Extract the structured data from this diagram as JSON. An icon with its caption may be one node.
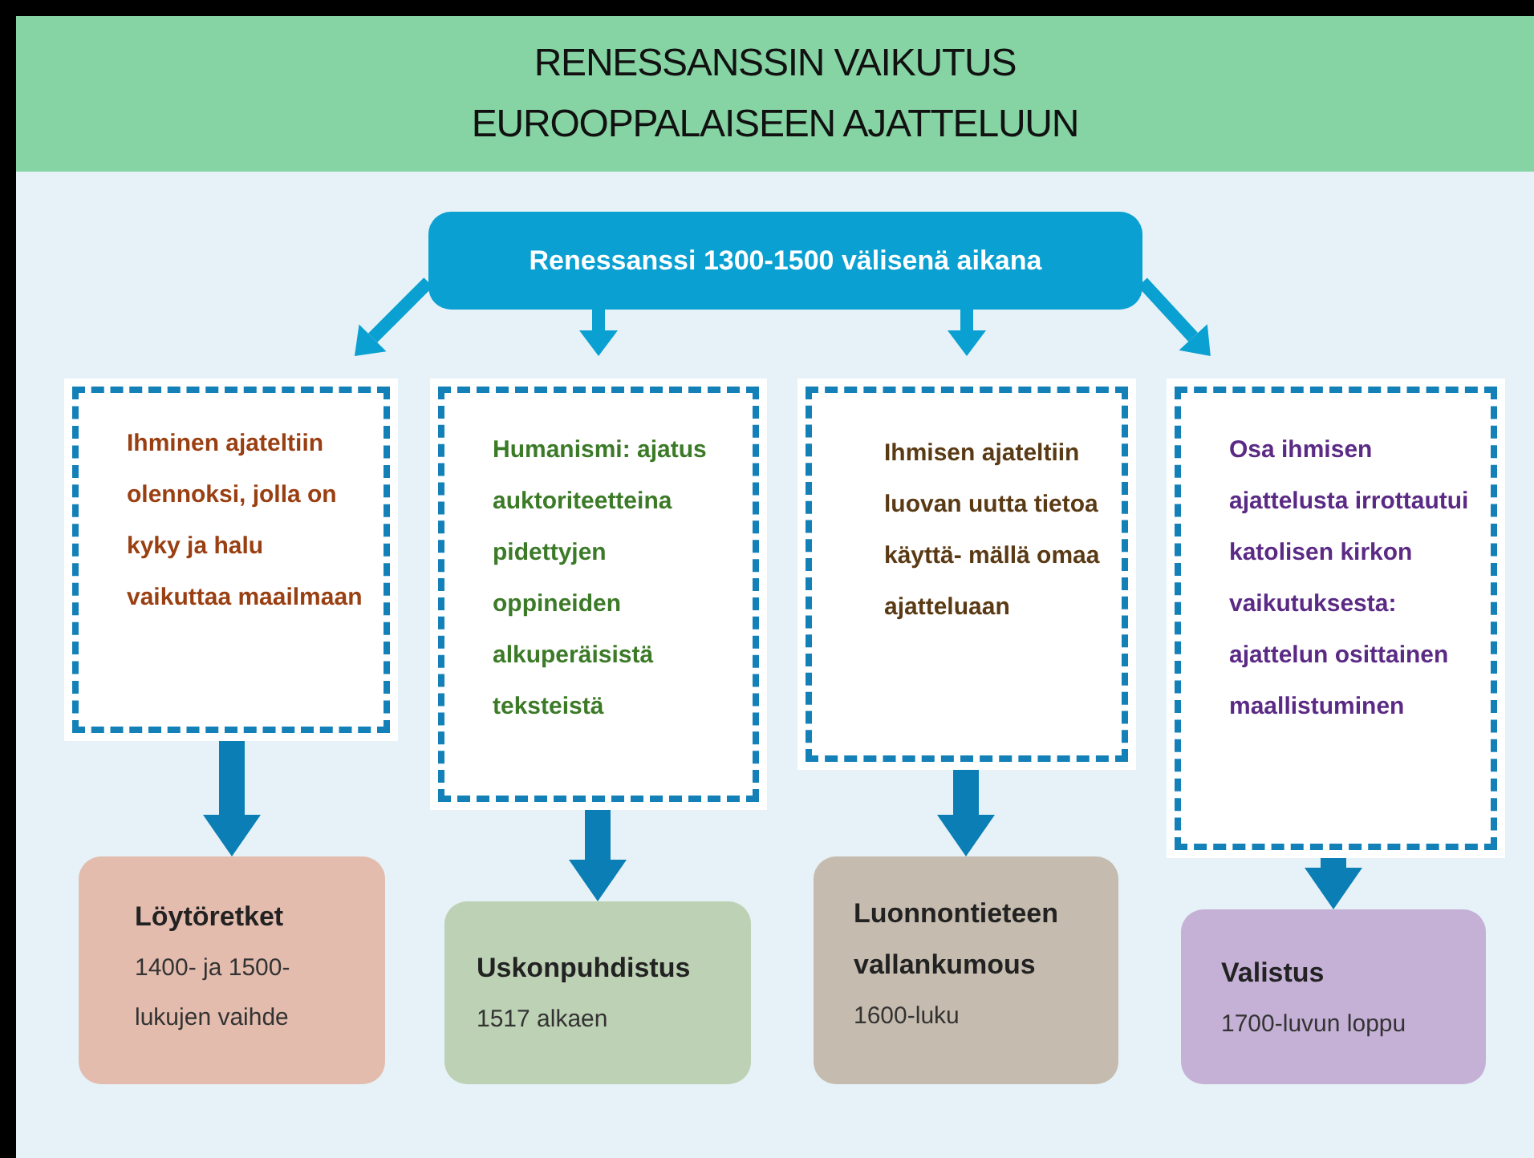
{
  "diagram": {
    "title": "RENESSANSSIN VAIKUTUS EUROOPPALAISEEN AJATTELUUN",
    "nodes": [
      {
        "text": [
          "Renessanssi 1300-1500 välisenä aikana"
        ]
      },
      {
        "text": [
          "Ihminen ajateltiin olennoksi, jolla on kyky ja halu vaikuttaa maailmaan"
        ]
      },
      {
        "text": [
          "Humanismi: ajatus auktoriteetteina pidettyjen oppineiden alkuperäisistä teksteistä"
        ]
      },
      {
        "text": [
          "Ihmisen ajateltiin luovan uutta tietoa käyttä- mällä omaa ajatteluaan"
        ]
      },
      {
        "text": [
          "Osa ihmisen ajattelusta irrottautui katolisen kirkon vaikutuksesta: ajattelun osittainen maallistuminen"
        ]
      },
      {
        "text": [
          "Löytöretket",
          "1400- ja 1500- lukujen vaihde"
        ]
      },
      {
        "text": [
          "Uskonpuhdistus",
          "1517 alkaen"
        ]
      },
      {
        "text": [
          "Luonnontieteen vallankumous",
          "1600-luku"
        ]
      },
      {
        "text": [
          "Valistus",
          "1700-luvun loppu"
        ]
      }
    ],
    "edges": [
      {
        "from": 0,
        "to": 1,
        "arrow": "to"
      },
      {
        "from": 0,
        "to": 2,
        "arrow": "to"
      },
      {
        "from": 0,
        "to": 3,
        "arrow": "to"
      },
      {
        "from": 0,
        "to": 4,
        "arrow": "to"
      },
      {
        "from": 1,
        "to": 5,
        "arrow": "to",
        "style": "thick",
        "color": "#0b7fb5"
      },
      {
        "from": 2,
        "to": 6,
        "arrow": "to",
        "style": "thick",
        "color": "#0b7fb5"
      },
      {
        "from": 3,
        "to": 7,
        "arrow": "to",
        "style": "thick",
        "color": "#0b7fb5"
      },
      {
        "from": 4,
        "to": 8,
        "arrow": "to",
        "style": "thick",
        "color": "#0b7fb5"
      }
    ]
  }
}
